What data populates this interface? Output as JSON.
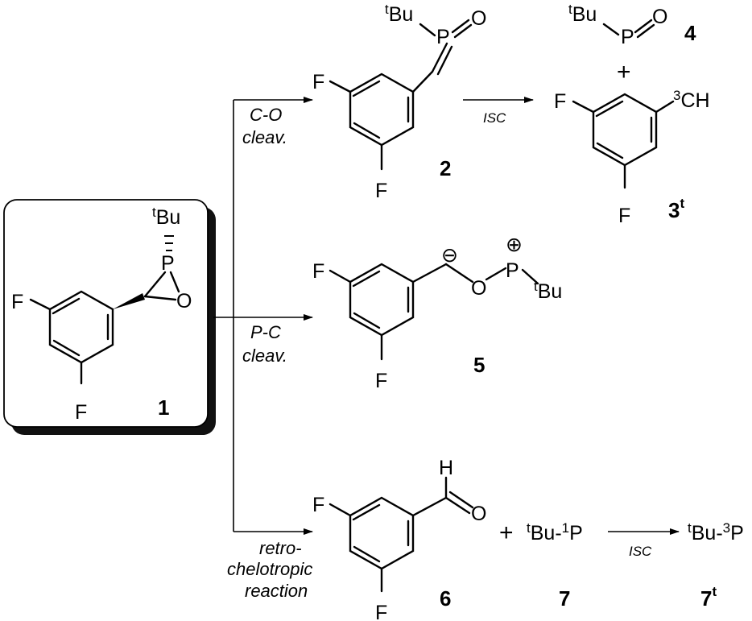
{
  "reactant": {
    "label": "1",
    "tbu_prefix": "t",
    "tbu": "Bu",
    "P": "P",
    "O": "O",
    "F_top": "F",
    "F_bottom": "F"
  },
  "pathways": {
    "co": {
      "line1": "C-O",
      "line2": "cleav."
    },
    "pc": {
      "line1": "P-C",
      "line2": "cleav."
    },
    "retro": {
      "line1": "retro-",
      "line2": "chelotropic",
      "line3": "reaction"
    }
  },
  "isc_label": "ISC",
  "compound2": {
    "label": "2",
    "tbu_prefix": "t",
    "tbu": "Bu",
    "P": "P",
    "O": "O",
    "F_top": "F",
    "F_bottom": "F"
  },
  "compound4": {
    "label": "4",
    "tbu_prefix": "t",
    "tbu": "Bu",
    "P": "P",
    "O": "O"
  },
  "compound3t": {
    "label": "3",
    "label_sup": "t",
    "ch_sup": "3",
    "ch": "CH",
    "F_top": "F",
    "F_bottom": "F"
  },
  "compound5": {
    "label": "5",
    "O": "O",
    "P": "P",
    "tbu_prefix": "t",
    "tbu": "Bu",
    "F_top": "F",
    "F_bottom": "F",
    "minus": "⊖",
    "plus": "⊕"
  },
  "compound6": {
    "label": "6",
    "H": "H",
    "O": "O",
    "F_top": "F",
    "F_bottom": "F"
  },
  "compound7": {
    "label": "7",
    "tbu_prefix": "t",
    "tbu": "Bu-",
    "state_sup": "1",
    "P": "P"
  },
  "compound7t": {
    "label": "7",
    "label_sup": "t",
    "tbu_prefix": "t",
    "tbu": "Bu-",
    "state_sup": "3",
    "P": "P"
  },
  "plus_sign": "+"
}
